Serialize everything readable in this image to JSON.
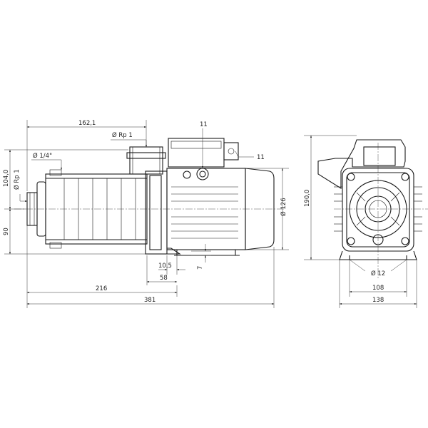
{
  "dimensions": {
    "d_162_1": "162,1",
    "d_rp1_top": "Ø Rp 1",
    "d_1_4": "Ø 1/4\"",
    "d_104": "104,0",
    "d_rp1_side": "Ø Rp 1",
    "d_90": "90",
    "d_11_top": "11",
    "d_11_right": "11",
    "d_126": "Ø 126",
    "d_10_5": "10,5",
    "d_58": "58",
    "d_7": "7",
    "d_216": "216",
    "d_381": "381",
    "d_190": "190,0",
    "d_12": "Ø 12",
    "d_108": "108",
    "d_138": "138"
  }
}
